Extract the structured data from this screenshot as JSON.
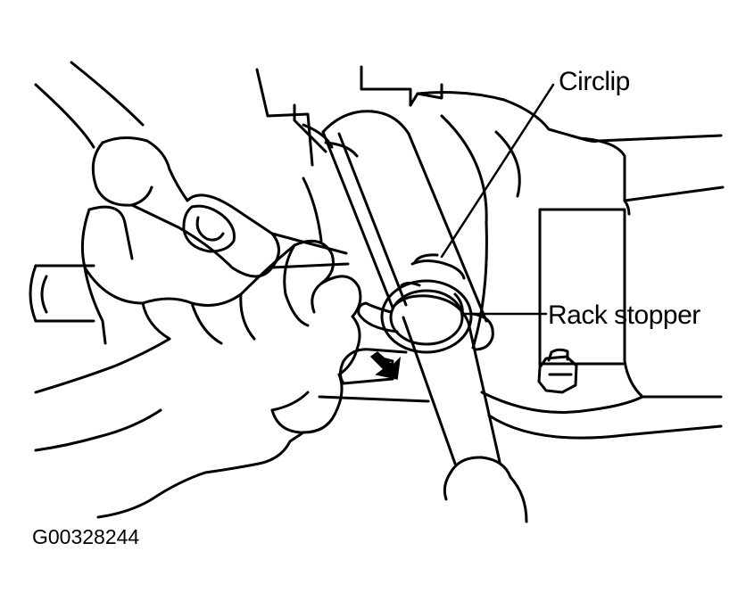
{
  "callouts": {
    "circlip": "Circlip",
    "rack_stopper": "Rack stopper"
  },
  "figure_id": "G00328244",
  "colors": {
    "ink": "#000000",
    "paper": "#ffffff"
  }
}
